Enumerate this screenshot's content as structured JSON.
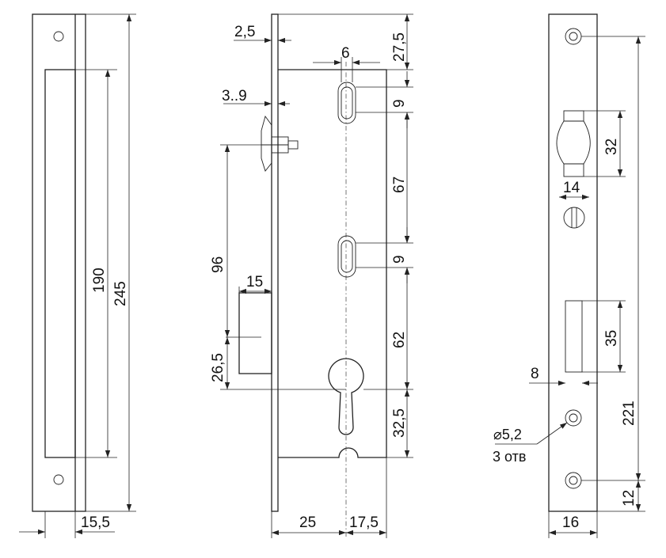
{
  "dimensions": {
    "side_width": "15,5",
    "slot_length": "190",
    "total_length": "245",
    "plate_thickness": "2,5",
    "top_offset": "27,5",
    "slot_width": "6",
    "latch_projection": "3..9",
    "slot_height_top": "9",
    "slot_spacing": "67",
    "slot_height_bottom": "9",
    "latch_to_cylinder": "96",
    "bolt_width": "15",
    "bolt_offset": "26,5",
    "slot_to_cylinder": "62",
    "cylinder_to_bottom": "32,5",
    "backset": "25",
    "front_offset": "17,5",
    "strike_latch_height": "32",
    "strike_latch_width": "14",
    "strike_bolt_height": "35",
    "strike_bolt_width": "8",
    "hole_spacing": "221",
    "hole_bottom_offset": "12",
    "strike_width": "16"
  },
  "notes": {
    "hole_diameter": "⌀5,2",
    "hole_count": "3 отв"
  }
}
